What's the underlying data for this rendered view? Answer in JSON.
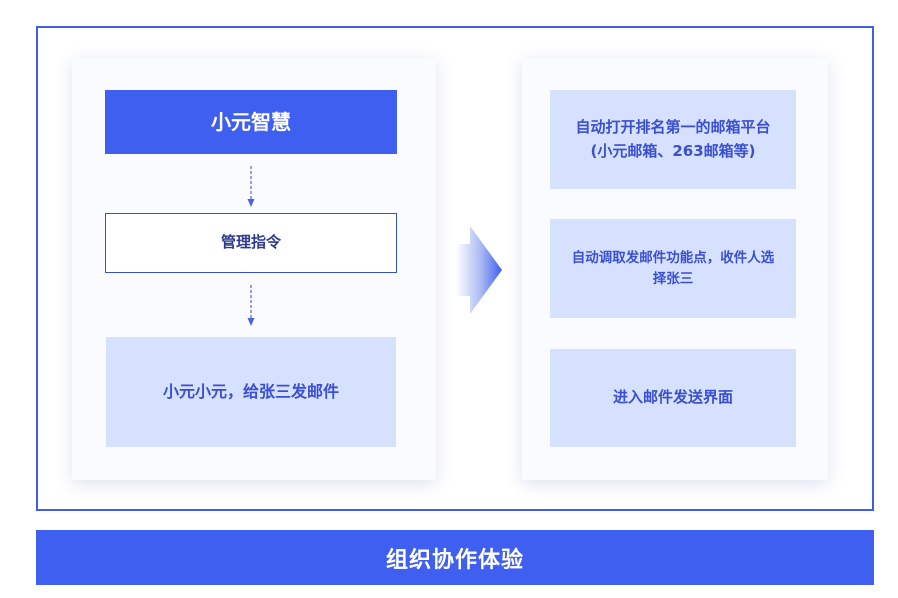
{
  "diagram": {
    "left_column": {
      "title": "小元智慧",
      "command": "管理指令",
      "speech": "小元小元，给张三发邮件"
    },
    "right_column": {
      "steps": [
        {
          "line1": "自动打开排名第一的邮箱平台",
          "line2": "(小元邮箱、263邮箱等)"
        },
        {
          "line1": "自动调取发邮件功能点，收件人选",
          "line2": "择张三"
        },
        {
          "line1": "进入邮件发送界面",
          "line2": ""
        }
      ]
    },
    "footer": "组织协作体验"
  },
  "colors": {
    "primary": "#3f5ff0",
    "light_fill": "#d6e2fd",
    "frame_border": "#3f5fe6",
    "connector": "#4a63e0"
  }
}
